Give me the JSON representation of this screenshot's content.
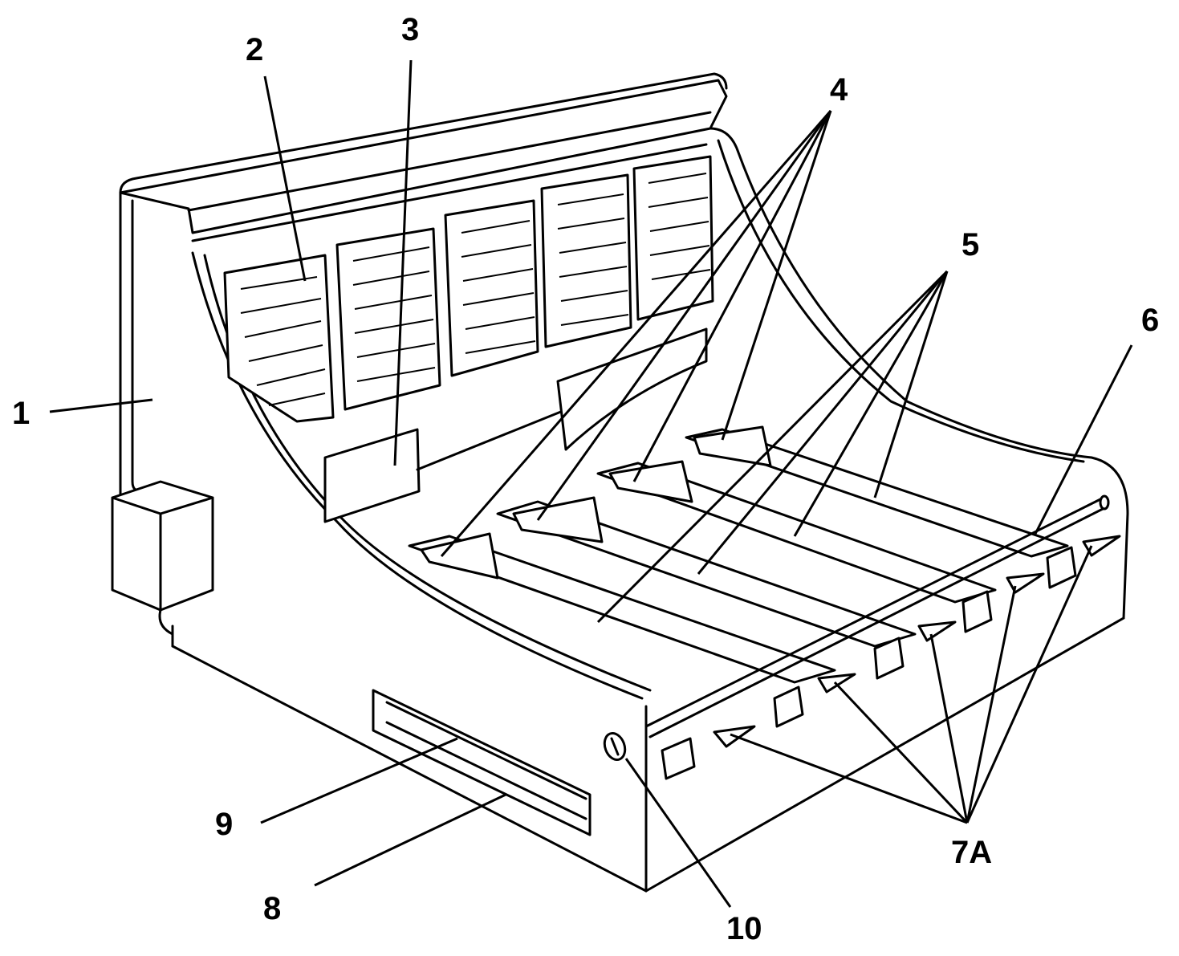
{
  "figure": {
    "labels": [
      {
        "id": "1"
      },
      {
        "id": "2"
      },
      {
        "id": "3"
      },
      {
        "id": "4"
      },
      {
        "id": "5"
      },
      {
        "id": "6"
      },
      {
        "id": "7A"
      },
      {
        "id": "8"
      },
      {
        "id": "9"
      },
      {
        "id": "10"
      }
    ]
  },
  "labels": {
    "l1": "1",
    "l2": "2",
    "l3": "3",
    "l4": "4",
    "l5": "5",
    "l6": "6",
    "l7a": "7A",
    "l8": "8",
    "l9": "9",
    "l10": "10"
  }
}
